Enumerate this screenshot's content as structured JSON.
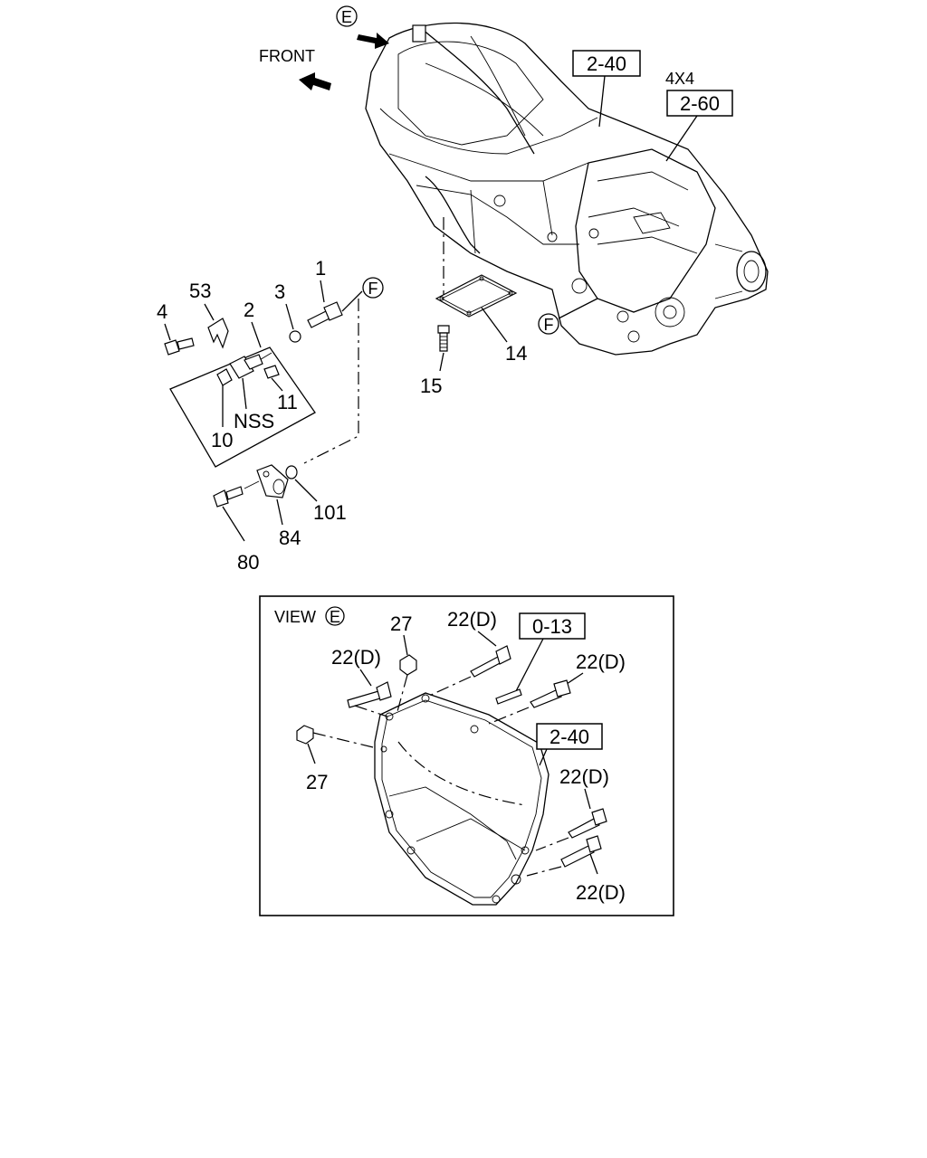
{
  "direction_label": "FRONT",
  "view_marker_e": "E",
  "view_marker_f": "F",
  "drivetrain_label": "4X4",
  "references": {
    "upper_2_40": "2-40",
    "upper_2_60": "2-60",
    "view_0_13": "0-13",
    "view_2_40": "2-40"
  },
  "part_labels": {
    "p1": "1",
    "p2": "2",
    "p3": "3",
    "p4": "4",
    "p53": "53",
    "p10": "10",
    "p11": "11",
    "nss": "NSS",
    "p14": "14",
    "p15": "15",
    "p80": "80",
    "p84": "84",
    "p101": "101"
  },
  "view_e": {
    "title": "VIEW",
    "marker": "E",
    "labels": {
      "p27_top": "27",
      "p27_left": "27",
      "p22d_left": "22(D)",
      "p22d_top": "22(D)",
      "p22d_right_top": "22(D)",
      "p22d_right_mid": "22(D)",
      "p22d_right_bottom": "22(D)"
    }
  }
}
